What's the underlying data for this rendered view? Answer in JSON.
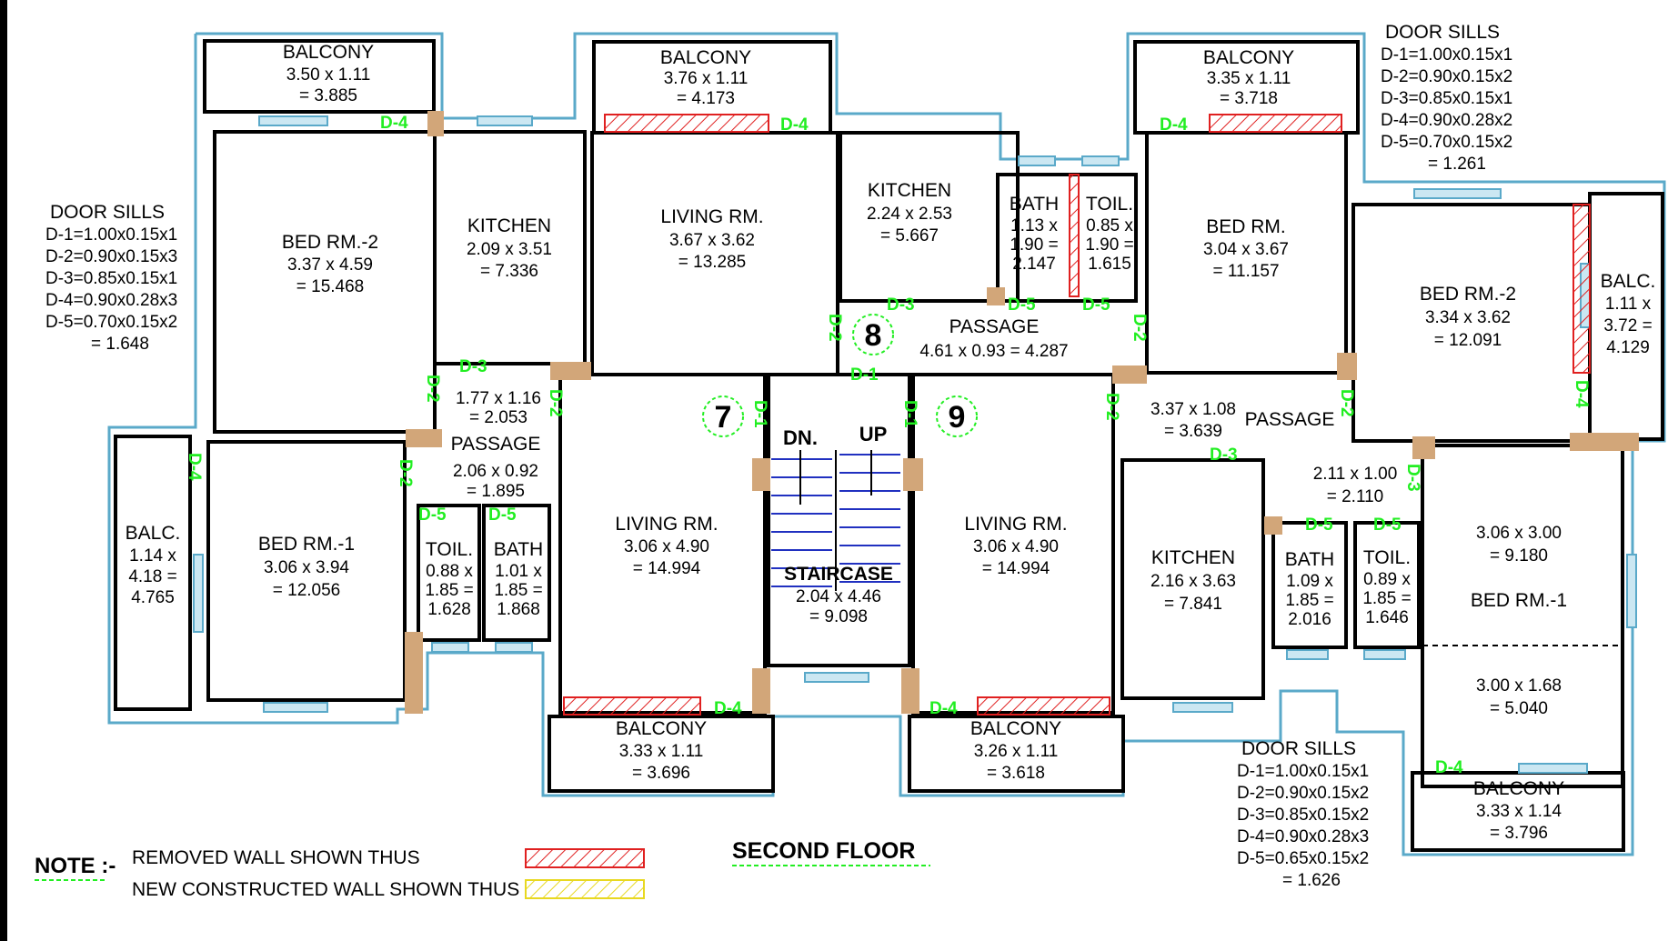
{
  "rooms": {
    "balcony_a": {
      "name": "BALCONY",
      "dims": "3.50 x 1.11",
      "area": "= 3.885"
    },
    "balcony_b": {
      "name": "BALCONY",
      "dims": "3.76 x 1.11",
      "area": "= 4.173"
    },
    "balcony_c": {
      "name": "BALCONY",
      "dims": "3.35 x 1.11",
      "area": "= 3.718"
    },
    "bed2_left": {
      "name": "BED RM.-2",
      "dims": "3.37 x 4.59",
      "area": "= 15.468"
    },
    "kitchen_7": {
      "name": "KITCHEN",
      "dims": "2.09 x 3.51",
      "area": "= 7.336"
    },
    "living_top": {
      "name": "LIVING RM.",
      "dims": "3.67 x 3.62",
      "area": "= 13.285"
    },
    "kitchen_8": {
      "name": "KITCHEN",
      "dims": "2.24 x 2.53",
      "area": "= 5.667"
    },
    "bath_8": {
      "name": "BATH",
      "l1": "1.13 x",
      "l2": "1.90 =",
      "l3": "2.147"
    },
    "toil_8": {
      "name": "TOIL.",
      "l1": "0.85 x",
      "l2": "1.90 =",
      "l3": "1.615"
    },
    "bed_8": {
      "name": "BED RM.",
      "dims": "3.04 x 3.67",
      "area": "= 11.157"
    },
    "bed2_right": {
      "name": "BED RM.-2",
      "dims": "3.34 x 3.62",
      "area": "= 12.091"
    },
    "balc_right": {
      "name": "BALC.",
      "l1": "1.11 x",
      "l2": "3.72 =",
      "l3": "4.129"
    },
    "passage_8": {
      "name": "PASSAGE",
      "dims": "4.61 x 0.93 = 4.287"
    },
    "passage_7_top": {
      "dims": "1.77 x 1.16",
      "area": "= 2.053"
    },
    "passage_7": {
      "name": "PASSAGE",
      "dims": "2.06 x 0.92",
      "area": "= 1.895"
    },
    "passage_9": {
      "dims": "3.37 x 1.08",
      "area": "= 3.639",
      "name": "PASSAGE"
    },
    "passage_9b": {
      "dims": "2.11 x 1.00",
      "area": "= 2.110"
    },
    "balc_left": {
      "name": "BALC.",
      "l1": "1.14 x",
      "l2": "4.18 =",
      "l3": "4.765"
    },
    "bed1_left": {
      "name": "BED RM.-1",
      "dims": "3.06 x 3.94",
      "area": "= 12.056"
    },
    "toil_7": {
      "name": "TOIL.",
      "l1": "0.88 x",
      "l2": "1.85 =",
      "l3": "1.628"
    },
    "bath_7": {
      "name": "BATH",
      "l1": "1.01 x",
      "l2": "1.85 =",
      "l3": "1.868"
    },
    "living_7": {
      "name": "LIVING RM.",
      "dims": "3.06 x 4.90",
      "area": "= 14.994"
    },
    "staircase": {
      "name": "STAIRCASE",
      "dims": "2.04 x 4.46",
      "area": "= 9.098",
      "dn": "DN.",
      "up": "UP"
    },
    "living_9": {
      "name": "LIVING RM.",
      "dims": "3.06 x 4.90",
      "area": "= 14.994"
    },
    "kitchen_9": {
      "name": "KITCHEN",
      "dims": "2.16 x 3.63",
      "area": "= 7.841"
    },
    "bath_9": {
      "name": "BATH",
      "l1": "1.09 x",
      "l2": "1.85 =",
      "l3": "2.016"
    },
    "toil_9": {
      "name": "TOIL.",
      "l1": "0.89 x",
      "l2": "1.85 =",
      "l3": "1.646"
    },
    "bed1_right": {
      "dims": "3.06 x 3.00",
      "area": "= 9.180",
      "name": "BED RM.-1"
    },
    "bed1_right_ext": {
      "dims": "3.00 x 1.68",
      "area": "= 5.040"
    },
    "balcony_bl": {
      "name": "BALCONY",
      "dims": "3.33 x 1.11",
      "area": "= 3.696"
    },
    "balcony_bm": {
      "name": "BALCONY",
      "dims": "3.26 x 1.11",
      "area": "= 3.618"
    },
    "balcony_br": {
      "name": "BALCONY",
      "dims": "3.33 x 1.14",
      "area": "= 3.796"
    }
  },
  "flats": {
    "f7": "7",
    "f8": "8",
    "f9": "9"
  },
  "doors": {
    "d1": "D-1",
    "d2": "D-2",
    "d3": "D-3",
    "d4": "D-4",
    "d5": "D-5"
  },
  "sills_left": {
    "title": "DOOR SILLS",
    "lines": [
      "D-1=1.00x0.15x1",
      "D-2=0.90x0.15x3",
      "D-3=0.85x0.15x1",
      "D-4=0.90x0.28x3",
      "D-5=0.70x0.15x2"
    ],
    "total": "= 1.648"
  },
  "sills_top": {
    "title": "DOOR SILLS",
    "lines": [
      "D-1=1.00x0.15x1",
      "D-2=0.90x0.15x2",
      "D-3=0.85x0.15x1",
      "D-4=0.90x0.28x2",
      "D-5=0.70x0.15x2"
    ],
    "total": "= 1.261"
  },
  "sills_bottom": {
    "title": "DOOR SILLS",
    "lines": [
      "D-1=1.00x0.15x1",
      "D-2=0.90x0.15x2",
      "D-3=0.85x0.15x2",
      "D-4=0.90x0.28x3",
      "D-5=0.65x0.15x2"
    ],
    "total": "= 1.626"
  },
  "note": {
    "label": "NOTE :-",
    "removed": "REMOVED WALL SHOWN THUS",
    "new": "NEW CONSTRUCTED WALL SHOWN THUS"
  },
  "floor_title": "SECOND FLOOR",
  "colors": {
    "wall": "#000000",
    "outline": "#5aa9c9",
    "door": "#22ee22",
    "pillar": "#d2a679",
    "removed": "#e02020",
    "new": "#f0e020",
    "stair": "#2030c0"
  }
}
